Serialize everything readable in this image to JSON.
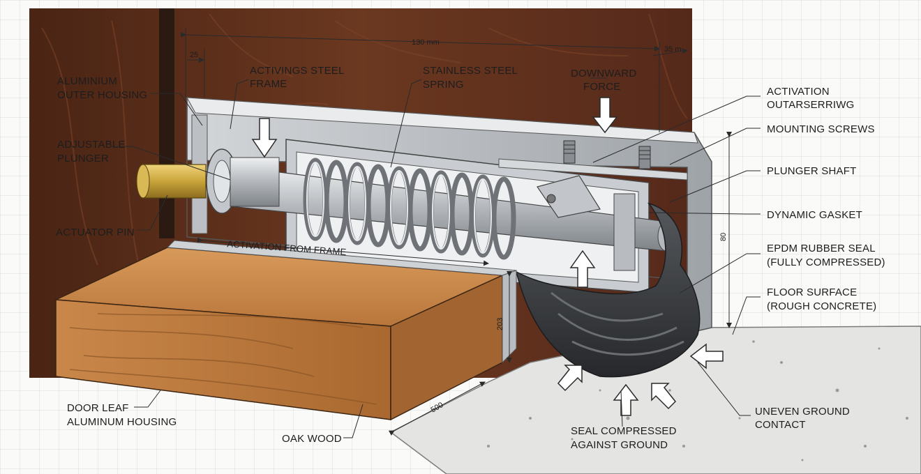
{
  "colors": {
    "grid": "#d9dde0",
    "wood_dark": "#5a2e1a",
    "wood_light": "#c98a4e",
    "aluminium": "#c7cacd",
    "steel": "#a9adb1",
    "brass": "#c9a43a",
    "rubber": "#3a3c3f",
    "concrete": "#e4e4e2"
  },
  "dimensions": {
    "d130": "130 mm",
    "d25": "25",
    "d35": "35 m",
    "d80": "80",
    "d203": "203",
    "d500": "500"
  },
  "callouts": {
    "aluminium_outer_housing": [
      "ALUMINIUM",
      "OUTER HOUSING"
    ],
    "activings_steel_frame": [
      "ACTIVINGS STEEL",
      "FRAME"
    ],
    "stainless_steel_spring": [
      "STAINLESS STEEL",
      "SPRING"
    ],
    "downward_force": [
      "DOWNWARD",
      "FORCE"
    ],
    "activation_outarserriwg": [
      "ACTIVATION",
      "OUTARSERRIWG"
    ],
    "mounting_screws": [
      "MOUNTING SCREWS"
    ],
    "adjustable_plunger": [
      "ADJUSTABLE",
      "PLUNGER"
    ],
    "plunger_shaft": [
      "PLUNGER SHAFT"
    ],
    "actuator_pin": [
      "ACTUATOR PIN"
    ],
    "dynamic_gasket": [
      "DYNAMIC GASKET"
    ],
    "activation_from_frame": [
      "ACTIVATION FROM FRAME"
    ],
    "epdm_rubber_seal": [
      "EPDM RUBBER SEAL",
      "(FULLY COMPRESSED)"
    ],
    "floor_surface": [
      "FLOOR SURFACE",
      "(ROUGH CONCRETE)"
    ],
    "uneven_ground_contact": [
      "UNEVEN GROUND",
      "CONTACT"
    ],
    "door_leaf": [
      "DOOR LEAF",
      "ALUMINUM HOUSING"
    ],
    "oak_wood": [
      "OAK WOOD"
    ],
    "seal_compressed": [
      "SEAL COMPRESSED",
      "AGAINST GROUND"
    ]
  }
}
